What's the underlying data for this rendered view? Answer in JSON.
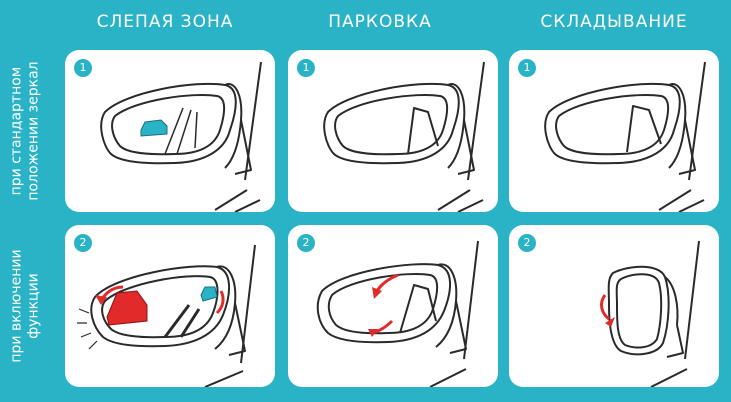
{
  "columns": [
    "СЛЕПАЯ ЗОНА",
    "ПАРКОВКА",
    "СКЛАДЫВАНИЕ"
  ],
  "rows": [
    {
      "label_line1": "при стандартном",
      "label_line2": "положении зеркал",
      "step": "1"
    },
    {
      "label_line1": "при включении",
      "label_line2": "функции",
      "step": "2"
    }
  ],
  "colors": {
    "background": "#2ab3c6",
    "panel": "#ffffff",
    "outline": "#2a2a2a",
    "car_blue": "#2ab3c6",
    "car_red": "#e22a2a",
    "arrow_red": "#e22a2a"
  }
}
